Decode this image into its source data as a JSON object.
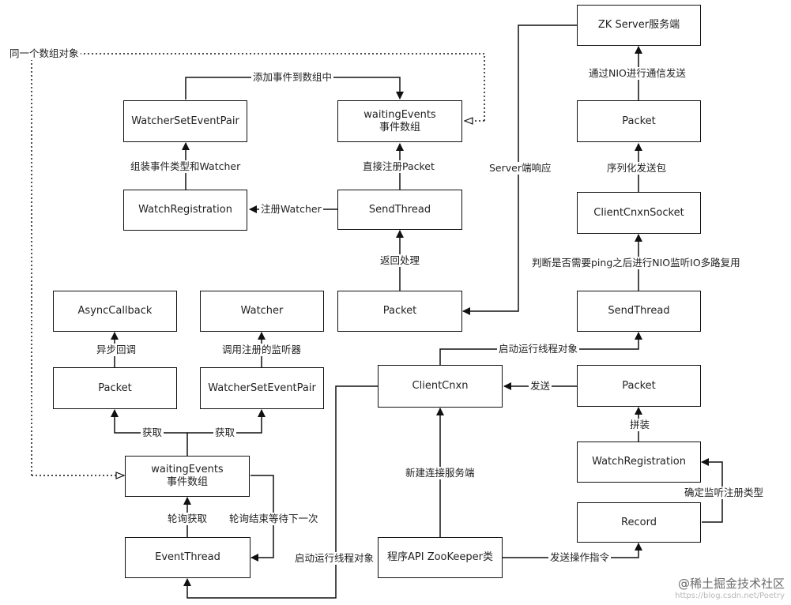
{
  "nodes": {
    "zk_server": "ZK Server服务端",
    "waiting_top": [
      "waitingEvents",
      "事件数组"
    ],
    "watcher_set_pair_top": "WatcherSetEventPair",
    "packet_right_top": "Packet",
    "watch_registration_top": "WatchRegistration",
    "send_thread_top": "SendThread",
    "client_cnxn_socket": "ClientCnxnSocket",
    "packet_mid": "Packet",
    "send_thread_right": "SendThread",
    "async_callback": "AsyncCallback",
    "watcher": "Watcher",
    "packet_left": "Packet",
    "watcher_set_pair_bottom": "WatcherSetEventPair",
    "client_cnxn": "ClientCnxn",
    "packet_right_bottom": "Packet",
    "watch_registration_bottom": "WatchRegistration",
    "waiting_bottom": [
      "waitingEvents",
      "事件数组"
    ],
    "record": "Record",
    "event_thread": "EventThread",
    "zookeeper_api": "程序API ZooKeeper类"
  },
  "labels": {
    "same_array": "同一个数组对象",
    "add_to_array": "添加事件到数组中",
    "via_nio": "通过NIO进行通信发送",
    "assemble_type_watcher": "组装事件类型和Watcher",
    "register_packet": "直接注册Packet",
    "server_response": "Server端响应",
    "serialize_send": "序列化发送包",
    "register_watcher": "注册Watcher",
    "return_handle": "返回处理",
    "ping_check": "判断是否需要ping之后进行NIO监听IO多路复用",
    "async_callback_label": "异步回调",
    "invoke_listener": "调用注册的监听器",
    "start_thread_top": "启动运行线程对象",
    "send": "发送",
    "fetch_left": "获取",
    "fetch_right": "获取",
    "assemble": "拼装",
    "new_connection": "新建连接服务端",
    "determine_type": "确定监听注册类型",
    "poll_fetch": "轮询获取",
    "poll_wait": "轮询结束等待下一次",
    "start_thread_bottom": "启动运行线程对象",
    "send_op": "发送操作指令"
  },
  "watermark": {
    "title": "@稀土掘金技术社区",
    "url": "https://blog.csdn.net/Poetry"
  },
  "colors": {
    "line": "#111111",
    "background": "#ffffff"
  }
}
